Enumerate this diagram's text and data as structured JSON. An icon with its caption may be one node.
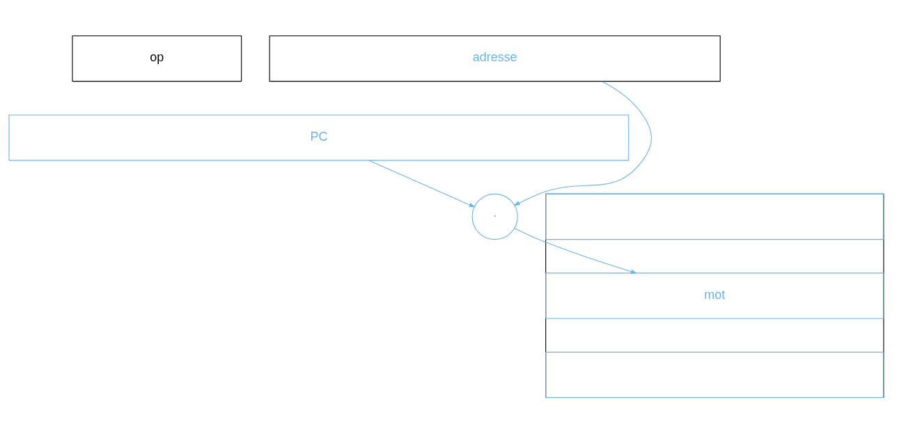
{
  "diagram": {
    "nodes": [
      {
        "text": [
          "op"
        ]
      },
      {
        "text": [
          "adresse"
        ]
      },
      {
        "text": [
          "PC"
        ]
      },
      {
        "text": [
          "·"
        ]
      },
      {
        "text": [],
        "shape": "box"
      },
      {
        "text": [],
        "shape": "box",
        "in": 4
      },
      {
        "text": [
          "mot"
        ],
        "in": 4
      },
      {
        "text": [],
        "shape": "box",
        "in": 4
      }
    ],
    "edges": [
      {
        "from": 2,
        "to": 3,
        "arrow": "to"
      },
      {
        "from": 1,
        "to": 3,
        "arrow": "to"
      },
      {
        "from": 3,
        "to": 6,
        "arrow": "to"
      }
    ]
  }
}
